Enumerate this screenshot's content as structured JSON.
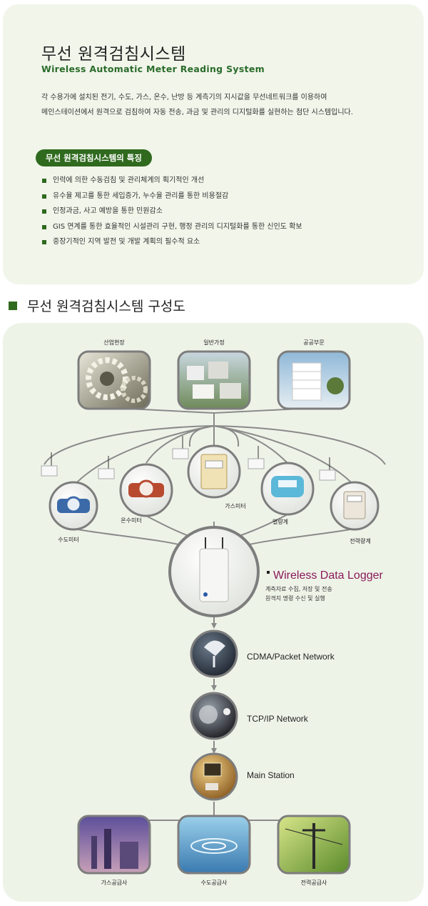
{
  "intro": {
    "title_ko": "무선 원격검침시스템",
    "title_en": "Wireless Automatic Meter Reading System",
    "description": [
      "각 수용가에 설치된 전기, 수도, 가스, 온수, 난방 등 계측기의 지시값을 무선네트워크를 이용하여",
      "메인스테이션에서 원격으로 검침하여 자동 전송, 과금 및 관리의 디지털화를 실현하는 첨단 시스템입니다."
    ],
    "features_title": "무선 원격검침시스템의 특징",
    "features": [
      "인력에 의한 수동검침 및 관리체계의 획기적인 개선",
      "유수율 제고를 통한 세입증가, 누수율 관리를 통한 비용절감",
      "인정과금, 사고 예방을 통한 민원감소",
      "GIS 연계를 통한 효율적인 시설관리 구현, 행정 관리의 디지털화를 통한 신인도 확보",
      "중장기적인 지역 발전 및 개발 계획의 필수적 요소"
    ]
  },
  "diagram": {
    "heading": "무선 원격검침시스템 구성도",
    "sites": [
      "산업현장",
      "일반가정",
      "공공부문"
    ],
    "meters": [
      "수도미터",
      "온수미터",
      "가스미터",
      "열량계",
      "전력량계"
    ],
    "logger": {
      "title": "Wireless Data Logger",
      "desc": [
        "계측자료 수집, 저장 및 전송",
        "원격지 명령 수신 및 실행"
      ]
    },
    "network": [
      "CDMA/Packet Network",
      "TCP/IP Network",
      "Main Station"
    ],
    "suppliers": [
      "가스공급사",
      "수도공급사",
      "전력공급사"
    ]
  },
  "colors": {
    "accent_green": "#2f6a1e",
    "subtitle_green": "#2a6b2a",
    "logger_title": "#8a1a5a",
    "panel_bg": "#eef3e8",
    "line_gray": "#8a8a8a"
  }
}
